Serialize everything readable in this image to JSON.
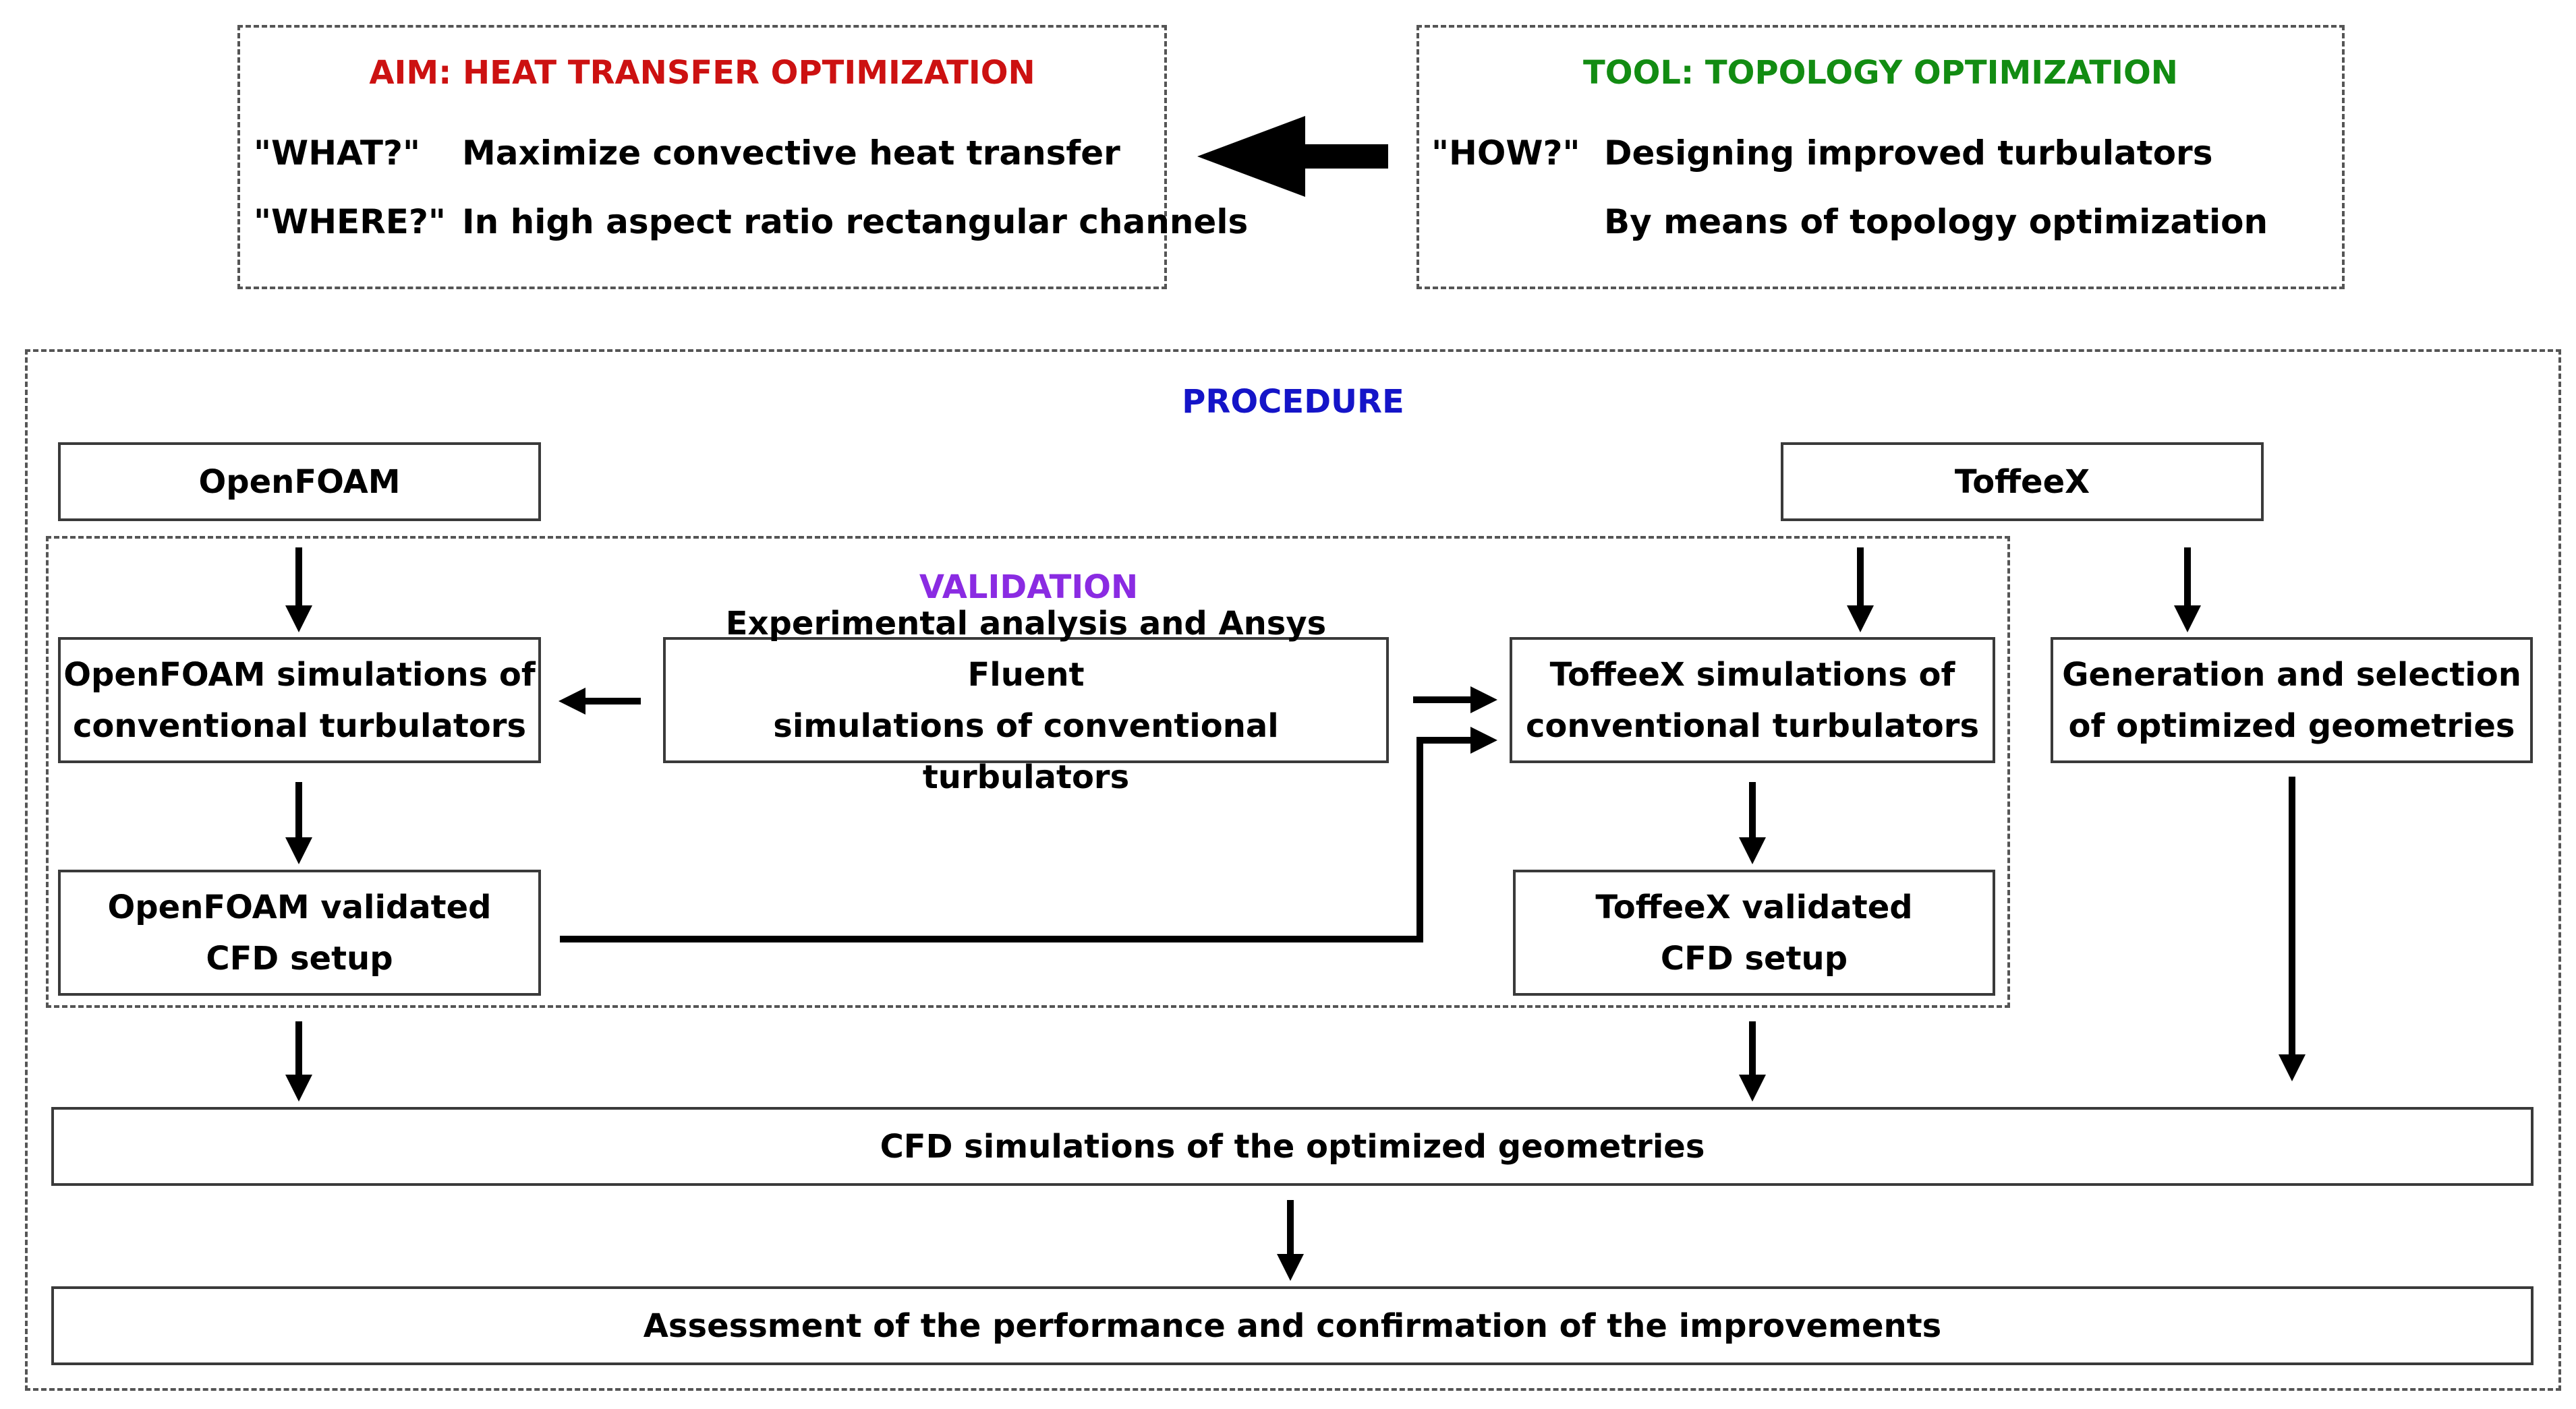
{
  "aim": {
    "title": "AIM: HEAT TRANSFER OPTIMIZATION",
    "what_key": "\"WHAT?\"",
    "what_value": "Maximize convective heat transfer",
    "where_key": "\"WHERE?\"",
    "where_value": "In high aspect ratio rectangular channels"
  },
  "tool": {
    "title": "TOOL: TOPOLOGY OPTIMIZATION",
    "how_key": "\"HOW?\"",
    "how_value_1": "Designing improved turbulators",
    "how_value_2": "By means of topology optimization"
  },
  "procedure": {
    "title": "PROCEDURE",
    "validation_title": "VALIDATION",
    "openfoam": "OpenFOAM",
    "toffeex": "ToffeeX",
    "openfoam_sim_1": "OpenFOAM simulations of",
    "openfoam_sim_2": "conventional turbulators",
    "experimental_1": "Experimental analysis and Ansys Fluent",
    "experimental_2": "simulations of conventional turbulators",
    "toffeex_sim_1": "ToffeeX simulations of",
    "toffeex_sim_2": "conventional turbulators",
    "generation_1": "Generation and selection",
    "generation_2": "of optimized geometries",
    "openfoam_valid_1": "OpenFOAM validated",
    "openfoam_valid_2": "CFD setup",
    "toffeex_valid_1": "ToffeeX validated",
    "toffeex_valid_2": "CFD setup",
    "cfd_optimized": "CFD simulations of the optimized geometries",
    "assessment": "Assessment of the performance and confirmation of the improvements"
  },
  "colors": {
    "aim_title": "#cc1111",
    "tool_title": "#128c12",
    "procedure_title": "#1414c8",
    "validation_title": "#8a2be2"
  }
}
